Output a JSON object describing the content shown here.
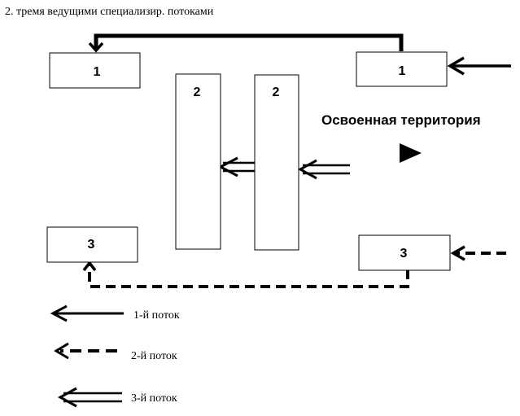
{
  "heading": "2. тремя ведущими специализир. потоками",
  "area_label": "Освоенная территория",
  "boxes": {
    "top_left": "1",
    "top_right": "1",
    "middle_left": "2",
    "middle_right": "2",
    "bottom_left": "3",
    "bottom_right": "3"
  },
  "legend": [
    {
      "label": "1-й поток"
    },
    {
      "label": "2-й поток"
    },
    {
      "label": "3-й поток"
    }
  ]
}
